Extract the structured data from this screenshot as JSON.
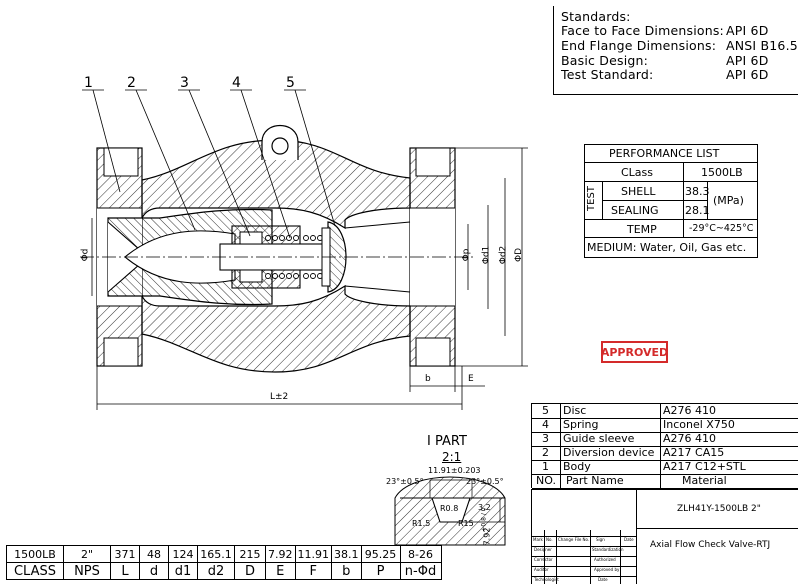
{
  "standards": {
    "title": "Standards:",
    "rows": [
      {
        "label": "Face to Face Dimensions:",
        "value": "API 6D"
      },
      {
        "label": "End Flange Dimensions:",
        "value": "ANSI B16.5"
      },
      {
        "label": "Basic Design:",
        "value": "API 6D"
      },
      {
        "label": "Test Standard:",
        "value": "API 6D"
      }
    ]
  },
  "performance": {
    "title": "PERFORMANCE LIST",
    "class_label": "CLass",
    "class_value": "1500LB",
    "test_label": "TEST",
    "shell_label": "SHELL",
    "shell_value": "38.3",
    "sealing_label": "SEALING",
    "sealing_value": "28.1",
    "unit": "(MPa)",
    "temp_label": "TEMP",
    "temp_value": "-29°C~425°C",
    "medium": "MEDIUM: Water, Oil, Gas etc."
  },
  "stamp": "APPROVED",
  "balloons": [
    "1",
    "2",
    "3",
    "4",
    "5"
  ],
  "dim_labels": {
    "d": "Φd",
    "p": "Φp",
    "d1": "Φd1",
    "d2": "Φd2",
    "D": "ΦD",
    "b": "b",
    "E": "E",
    "L": "L±2"
  },
  "detail": {
    "title": "I PART",
    "scale": "2:1",
    "angle_left": "23°±0.5°",
    "angle_right": "23°±0.5°",
    "width": "11.91±0.203",
    "depth": "7.92",
    "depth_tol": "+0.8 / 0",
    "r15_left": "R1.5",
    "r15_right": "R15",
    "r08": "R0.8",
    "dim32": "3.2"
  },
  "parts": {
    "header_no": "NO.",
    "header_name": "Part Name",
    "header_material": "Material",
    "rows": [
      {
        "no": "5",
        "name": "Disc",
        "material": "A276  410"
      },
      {
        "no": "4",
        "name": "Spring",
        "material": "Inconel X750"
      },
      {
        "no": "3",
        "name": "Guide sleeve",
        "material": "A276  410"
      },
      {
        "no": "2",
        "name": "Diversion device",
        "material": "A217 CA15"
      },
      {
        "no": "1",
        "name": "Body",
        "material": "A217 C12+STL"
      }
    ]
  },
  "title_block": {
    "model": "ZLH41Y-1500LB  2\"",
    "name": "Axial Flow Check Valve-RTJ",
    "cols": [
      "Mark",
      "No.",
      "Change File No.",
      "Sign",
      "Date"
    ],
    "roles": [
      "Designer",
      "Corrector",
      "Auditor",
      "Technologist"
    ],
    "approvals": [
      "Standardization",
      "Authorized",
      "Approved by",
      "Date"
    ]
  },
  "dimension_table": {
    "values": [
      "1500LB",
      "2\"",
      "371",
      "48",
      "124",
      "165.1",
      "215",
      "7.92",
      "11.91",
      "38.1",
      "95.25",
      "8-26"
    ],
    "keys": [
      "CLASS",
      "NPS",
      "L",
      "d",
      "d1",
      "d2",
      "D",
      "E",
      "F",
      "b",
      "P",
      "n-Φd"
    ]
  }
}
